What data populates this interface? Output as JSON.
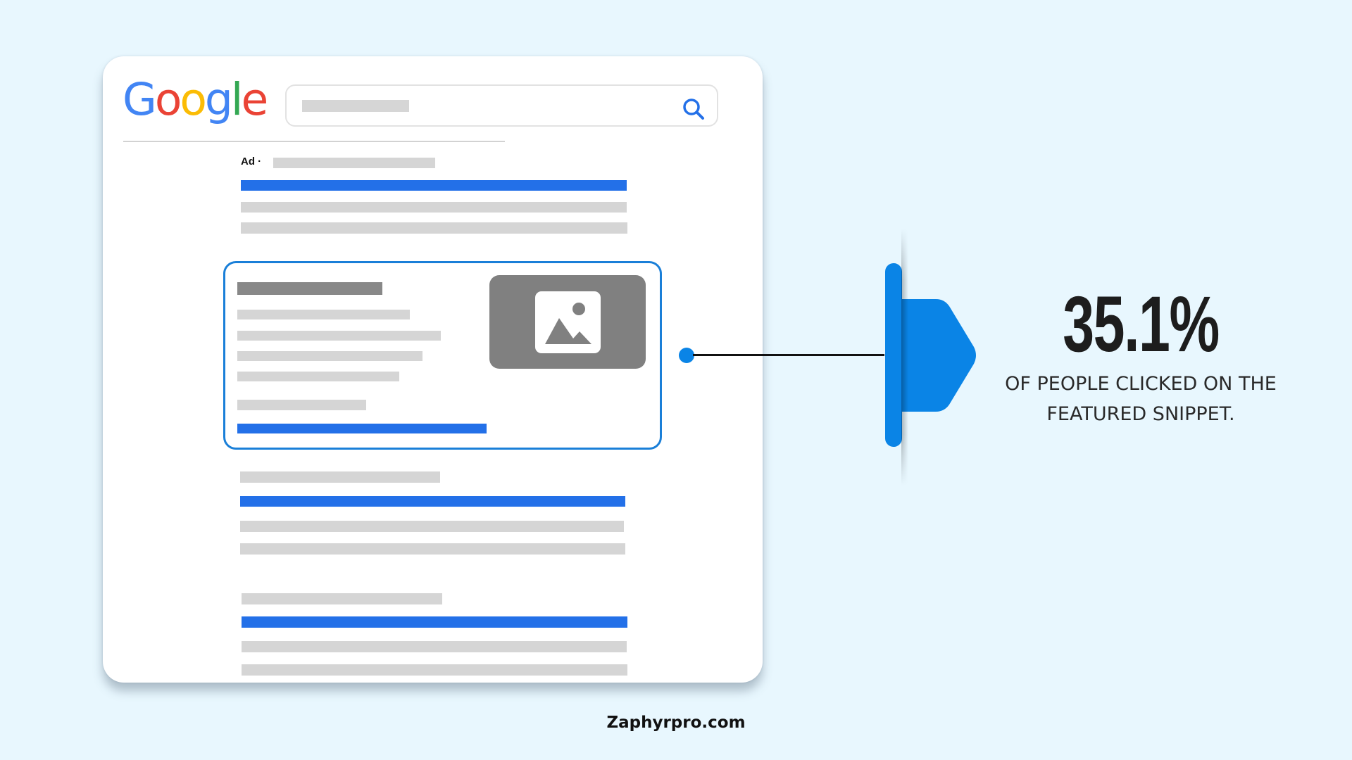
{
  "google_mock": {
    "logo": {
      "letters": [
        "G",
        "o",
        "o",
        "g",
        "l",
        "e"
      ],
      "colors": [
        "#4285F4",
        "#EA4335",
        "#FBBC05",
        "#4285F4",
        "#34A853",
        "#EA4335"
      ]
    },
    "search_icon": "search-icon",
    "ad_label": "Ad ·",
    "featured_snippet_image_icon": "image-icon"
  },
  "stat": {
    "value": "35.1%",
    "caption_line1": "OF PEOPLE CLICKED ON THE",
    "caption_line2": "FEATURED SNIPPET."
  },
  "footer": {
    "brand": "Zaphyrpro.com"
  },
  "colors": {
    "background": "#E8F7FE",
    "accent_blue": "#0A84E6",
    "link_blue": "#2370E8",
    "placeholder_gray": "#D5D5D5",
    "image_gray": "#808080"
  }
}
